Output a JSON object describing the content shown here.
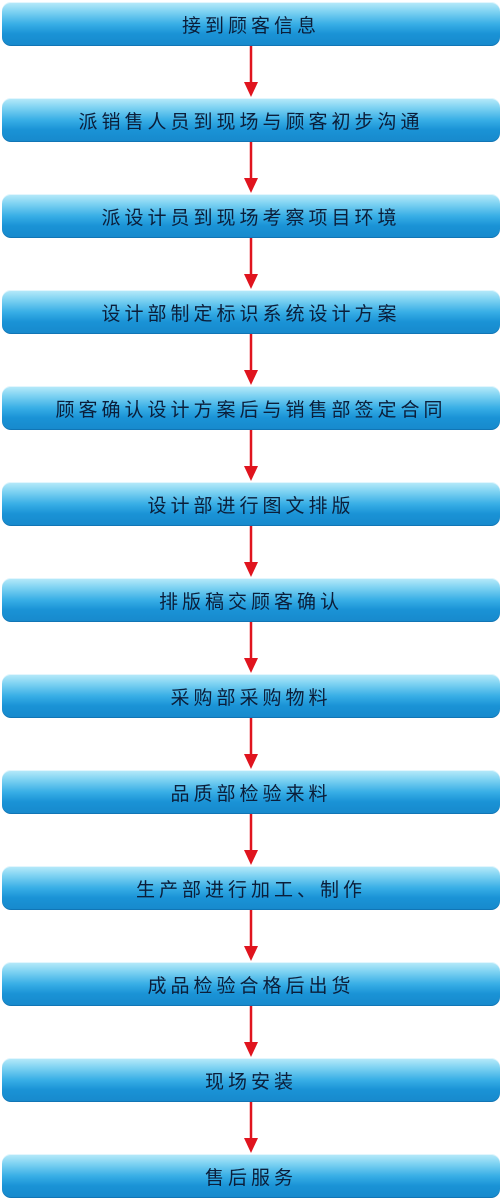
{
  "steps": [
    "接到顾客信息",
    "派销售人员到现场与顾客初步沟通",
    "派设计员到现场考察项目环境",
    "设计部制定标识系统设计方案",
    "顾客确认设计方案后与销售部签定合同",
    "设计部进行图文排版",
    "排版稿交顾客确认",
    "采购部采购物料",
    "品质部检验来料",
    "生产部进行加工、制作",
    "成品检验合格后出货",
    "现场安装",
    "售后服务"
  ],
  "colors": {
    "box_top": "#b9ebfa",
    "box_bottom": "#1789cc",
    "arrow": "#e0141e",
    "text": "#0b1e3a"
  }
}
